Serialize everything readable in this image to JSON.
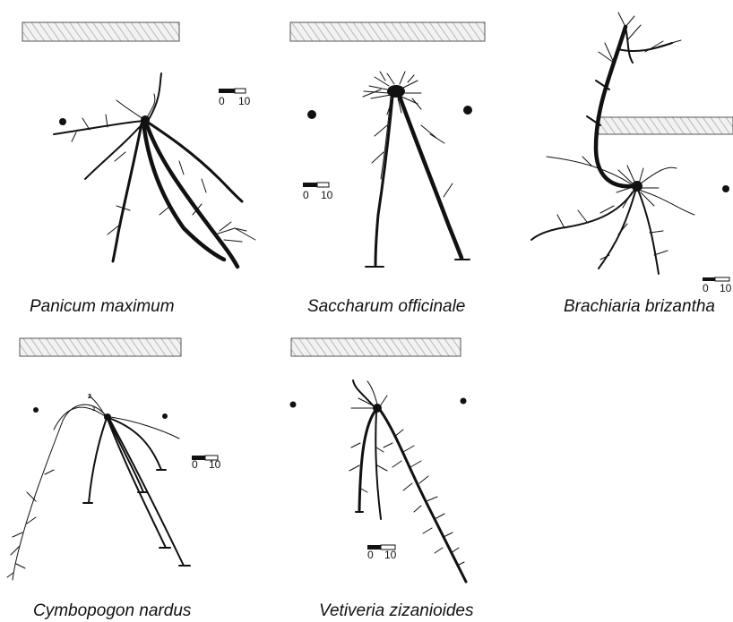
{
  "panels": [
    {
      "species": "Panicum maximum",
      "scale_min": "0",
      "scale_max": "10"
    },
    {
      "species": "Saccharum officinale",
      "scale_min": "0",
      "scale_max": "10"
    },
    {
      "species": "Brachiaria brizantha",
      "scale_min": "0",
      "scale_max": "10"
    },
    {
      "species": "Cymbopogon nardus",
      "scale_min": "0",
      "scale_max": "10",
      "root_markers": [
        "2",
        "1"
      ]
    },
    {
      "species": "Vetiveria zizanioides",
      "scale_min": "0",
      "scale_max": "10"
    }
  ],
  "colors": {
    "ink": "#111111",
    "hatch": "#9a9a9a",
    "background": "#ffffff"
  }
}
